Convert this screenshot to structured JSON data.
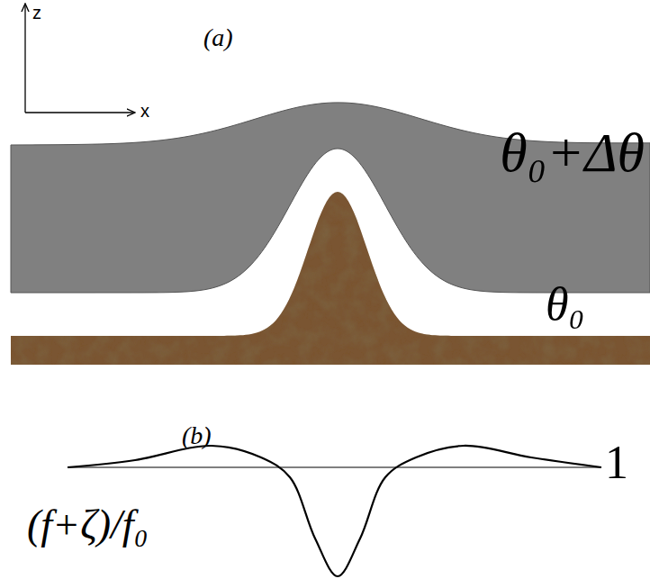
{
  "diagram": {
    "labels": [
      "z",
      "x",
      "(a)",
      "θ₀+Δθ",
      "θ₀",
      "(b)",
      "(f+ζ)/f₀",
      "1"
    ]
  }
}
